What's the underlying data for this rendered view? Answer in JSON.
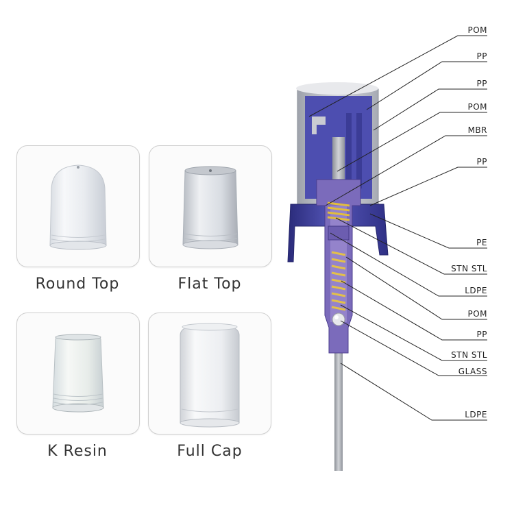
{
  "caps": [
    {
      "label": "Round Top"
    },
    {
      "label": "Flat Top"
    },
    {
      "label": "K Resin"
    },
    {
      "label": "Full Cap"
    }
  ],
  "materials": [
    "POM",
    "PP",
    "PP",
    "POM",
    "MBR",
    "PP",
    "PE",
    "STN STL",
    "LDPE",
    "POM",
    "PP",
    "STN STL",
    "GLASS",
    "LDPE"
  ],
  "colors": {
    "shroud_gray": "#b9bcc4",
    "housing_blue": "#3d3f9c",
    "chamber_purple": "#7a6ab8",
    "spring_gold": "#e2c24a",
    "tube_gray": "#a5a9b0"
  }
}
